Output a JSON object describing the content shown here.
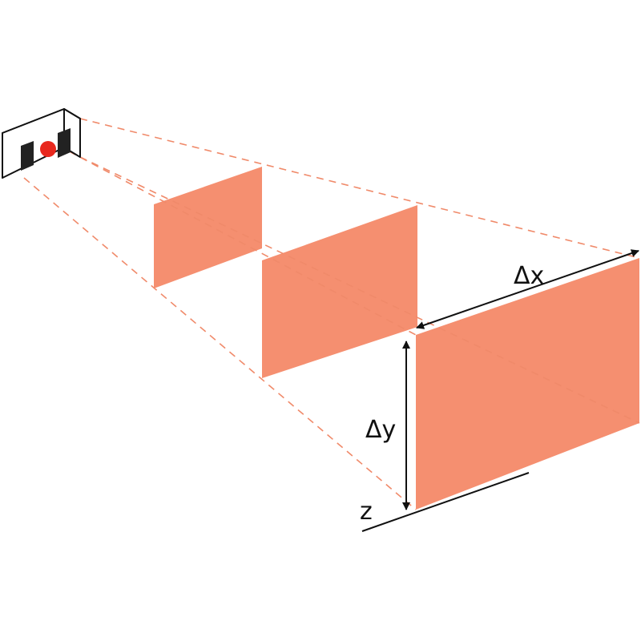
{
  "labels": {
    "delta_x": "Δx",
    "delta_y": "Δy",
    "z": "z"
  },
  "colors": {
    "panel": "#f58f70",
    "rays": "#f08a6a",
    "ink": "#111111",
    "sensor_dot": "#e8281e"
  },
  "icons": {
    "sensor": "camera-sensor-icon"
  }
}
